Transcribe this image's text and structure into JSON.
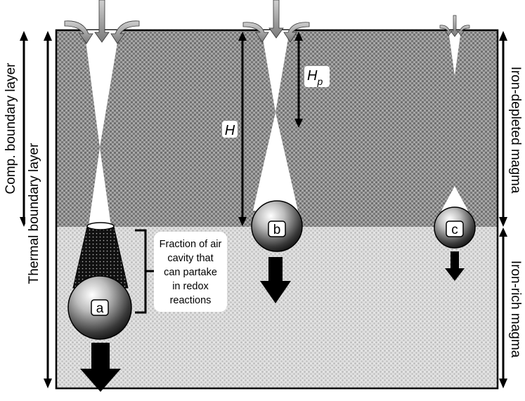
{
  "labels": {
    "comp_boundary": "Comp. boundary layer",
    "thermal_boundary": "Thermal boundary layer",
    "iron_depleted": "Iron-depleted magma",
    "iron_rich": "Iron-rich magma",
    "h": "H",
    "hp_main": "H",
    "hp_sub": "p",
    "fraction_line1": "Fraction of air",
    "fraction_line2": "cavity that",
    "fraction_line3": "can partake",
    "fraction_line4": "in redox",
    "fraction_line5": "reactions"
  },
  "bubbles": [
    {
      "label": "a"
    },
    {
      "label": "b"
    },
    {
      "label": "c"
    }
  ],
  "colors": {
    "upper_layer": "#8a8a8a",
    "lower_layer": "#d2d2d2",
    "arrow": "#000000",
    "flow_arrow": "#9a9a9a"
  }
}
